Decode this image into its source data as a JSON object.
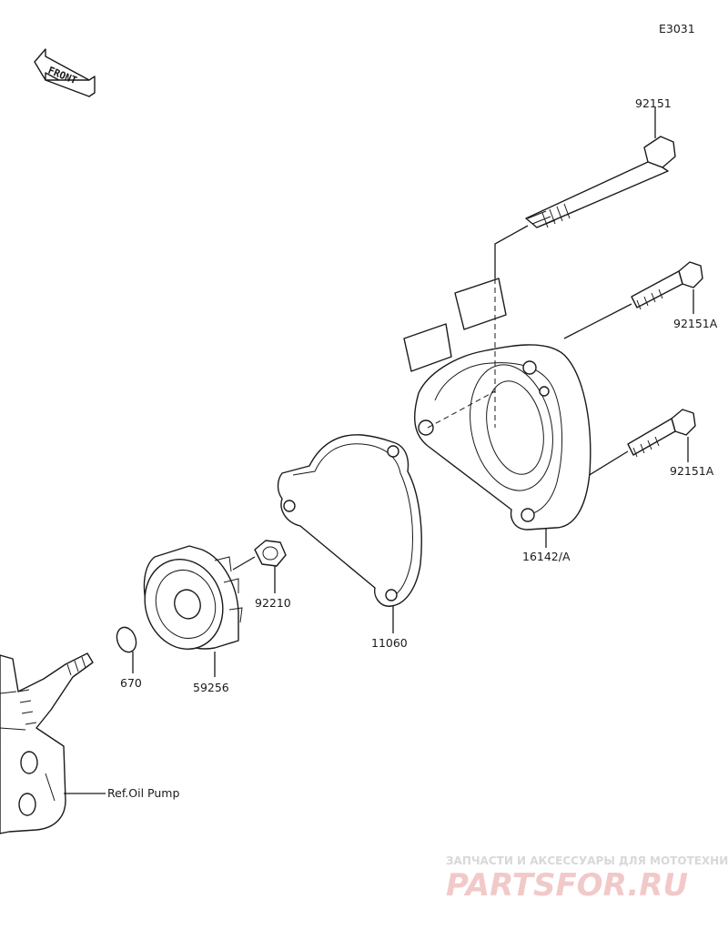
{
  "diagram_code": "E3031",
  "front_label": "FRONT",
  "parts": [
    {
      "id": "bolt_long",
      "label": "92151"
    },
    {
      "id": "bolt_a_upper",
      "label": "92151A"
    },
    {
      "id": "bolt_a_lower",
      "label": "92151A"
    },
    {
      "id": "cover",
      "label": "16142/A"
    },
    {
      "id": "gasket",
      "label": "11060"
    },
    {
      "id": "nut",
      "label": "92210"
    },
    {
      "id": "impeller",
      "label": "59256"
    },
    {
      "id": "oring",
      "label": "670"
    }
  ],
  "reference": {
    "label": "Ref.Oil Pump"
  },
  "watermark": {
    "subtitle": "ЗАПЧАСТИ И АКСЕССУАРЫ ДЛЯ МОТОТЕХНИКИ",
    "brand": "PARTSFOR.RU"
  }
}
